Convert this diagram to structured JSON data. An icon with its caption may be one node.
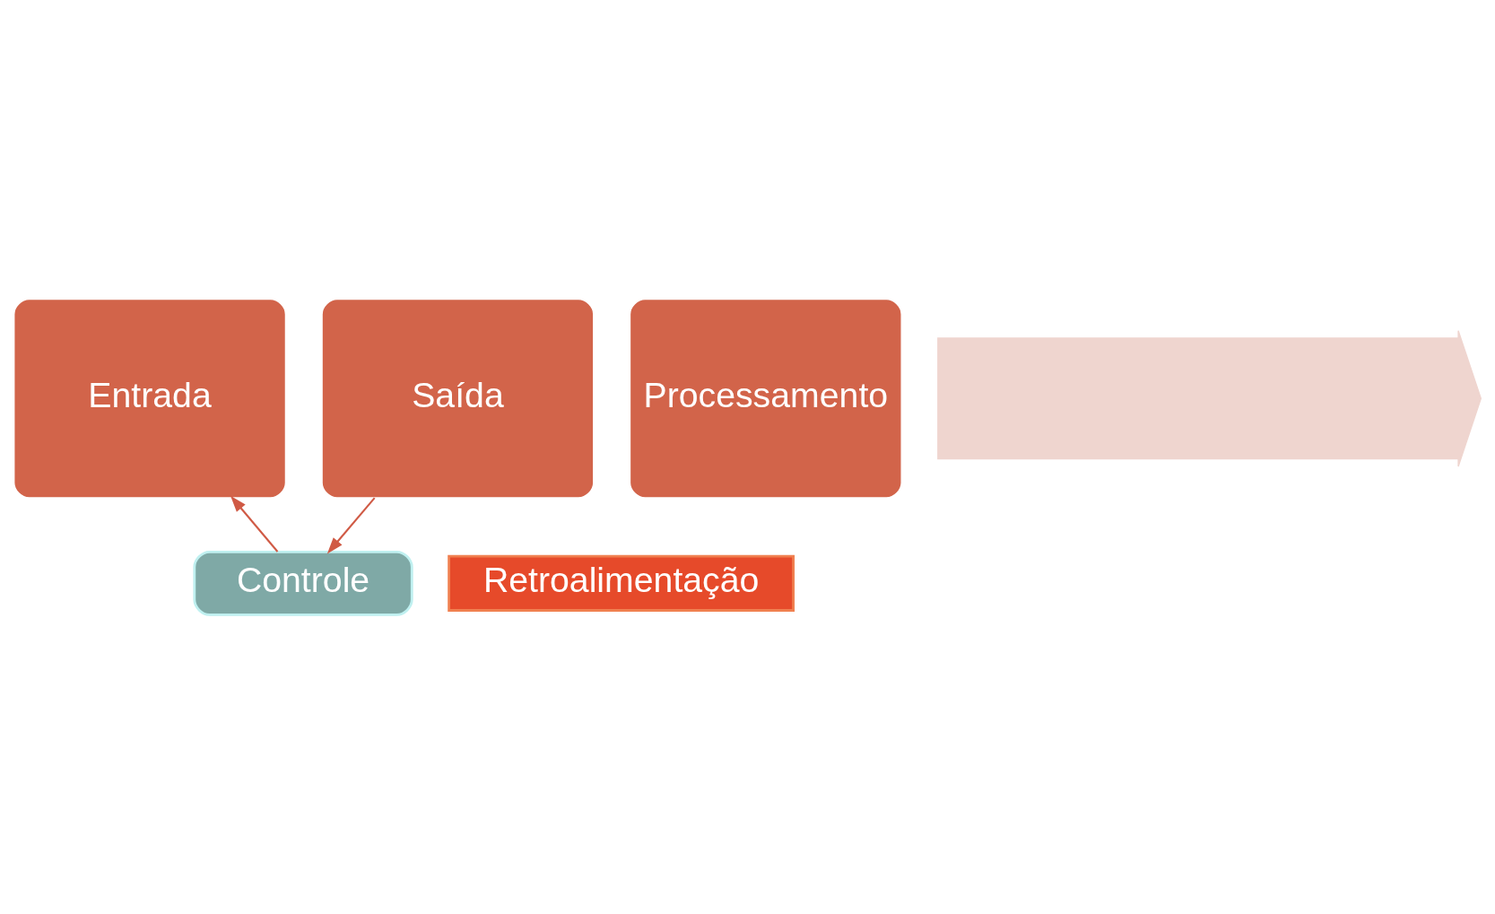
{
  "diagram": {
    "nodes": [
      {
        "text": [
          "Entrada"
        ]
      },
      {
        "text": [
          "Processamento"
        ]
      },
      {
        "text": [
          "Saída"
        ]
      },
      {
        "text": [
          "Controle"
        ]
      },
      {
        "text": [
          "Retroalimentação"
        ]
      },
      {
        "text": [],
        "shape": "arrow"
      }
    ],
    "edges": [
      {
        "from": 2,
        "to": 3,
        "arrow": "to"
      },
      {
        "from": 3,
        "to": 0,
        "arrow": "to"
      }
    ]
  }
}
